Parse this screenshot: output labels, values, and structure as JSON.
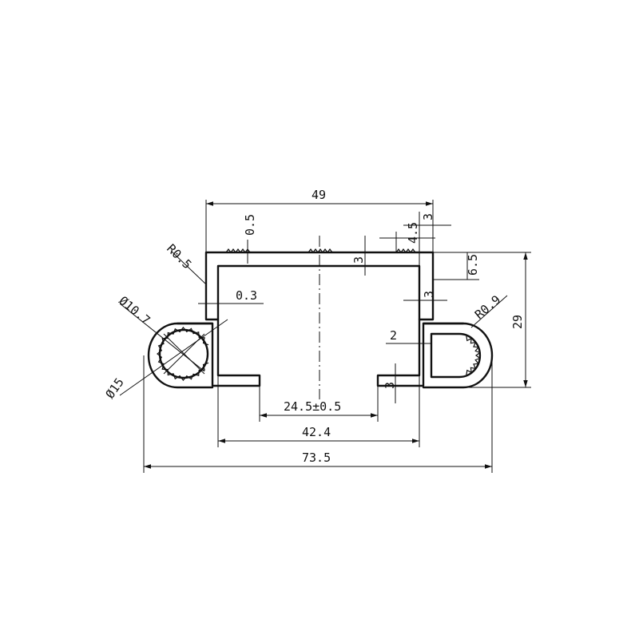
{
  "dimensions": {
    "top_width": "49",
    "top_offset_3": "3",
    "top_step_4_5": "4.5",
    "groove_depth_0_5": "0.5",
    "radius_left_top": "R0.5",
    "wall_3_top": "3",
    "step_6_5": "6.5",
    "wall_3_right": "3",
    "height_29": "29",
    "gap_0_3": "0.3",
    "inner_dia": "Ø10.7",
    "outer_dia": "Ø15",
    "radius_right": "R0.9",
    "lip_2": "2",
    "lip_3_bottom": "3",
    "opening": "24.5±0.5",
    "inner_width": "42.4",
    "overall_width": "73.5"
  },
  "colors": {
    "line": "#111111",
    "background": "#ffffff"
  }
}
